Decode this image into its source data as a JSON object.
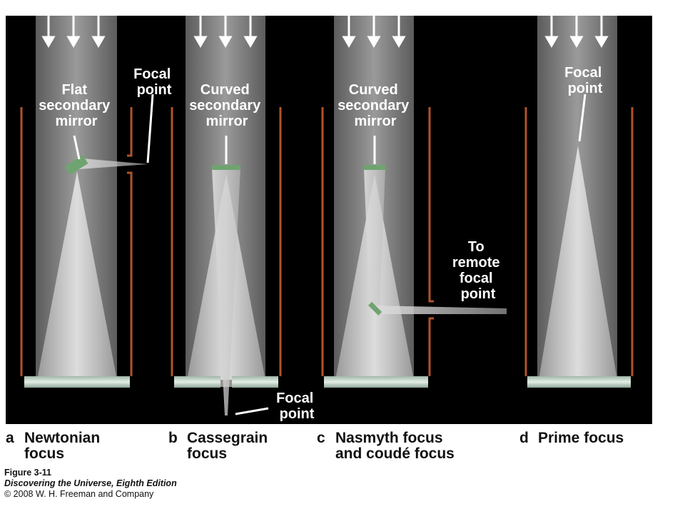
{
  "colors": {
    "background": "#000000",
    "tube_wall": "#b0522a",
    "light_column": "#8a8a8a",
    "mirror": "#6fa36f",
    "label_text": "#ffffff"
  },
  "panels": [
    {
      "id": "a",
      "labels": {
        "mirror": [
          "Flat",
          "secondary",
          "mirror"
        ],
        "focus": [
          "Focal",
          "point"
        ]
      }
    },
    {
      "id": "b",
      "labels": {
        "mirror": [
          "Curved",
          "secondary",
          "mirror"
        ],
        "focus": [
          "Focal",
          "point"
        ]
      }
    },
    {
      "id": "c",
      "labels": {
        "mirror": [
          "Curved",
          "secondary",
          "mirror"
        ],
        "focus": [
          "To",
          "remote",
          "focal",
          "point"
        ]
      }
    },
    {
      "id": "d",
      "labels": {
        "focus": [
          "Focal",
          "point"
        ]
      }
    }
  ],
  "captions": [
    {
      "letter": "a",
      "line1": "Newtonian",
      "line2": "focus"
    },
    {
      "letter": "b",
      "line1": "Cassegrain",
      "line2": "focus"
    },
    {
      "letter": "c",
      "line1": "Nasmyth focus",
      "line2": "and coudé focus"
    },
    {
      "letter": "d",
      "line1": "Prime focus",
      "line2": ""
    }
  ],
  "credits": {
    "figure": "Figure 3-11",
    "book": "Discovering the Universe, Eighth Edition",
    "copyright": "© 2008 W. H. Freeman and Company"
  }
}
